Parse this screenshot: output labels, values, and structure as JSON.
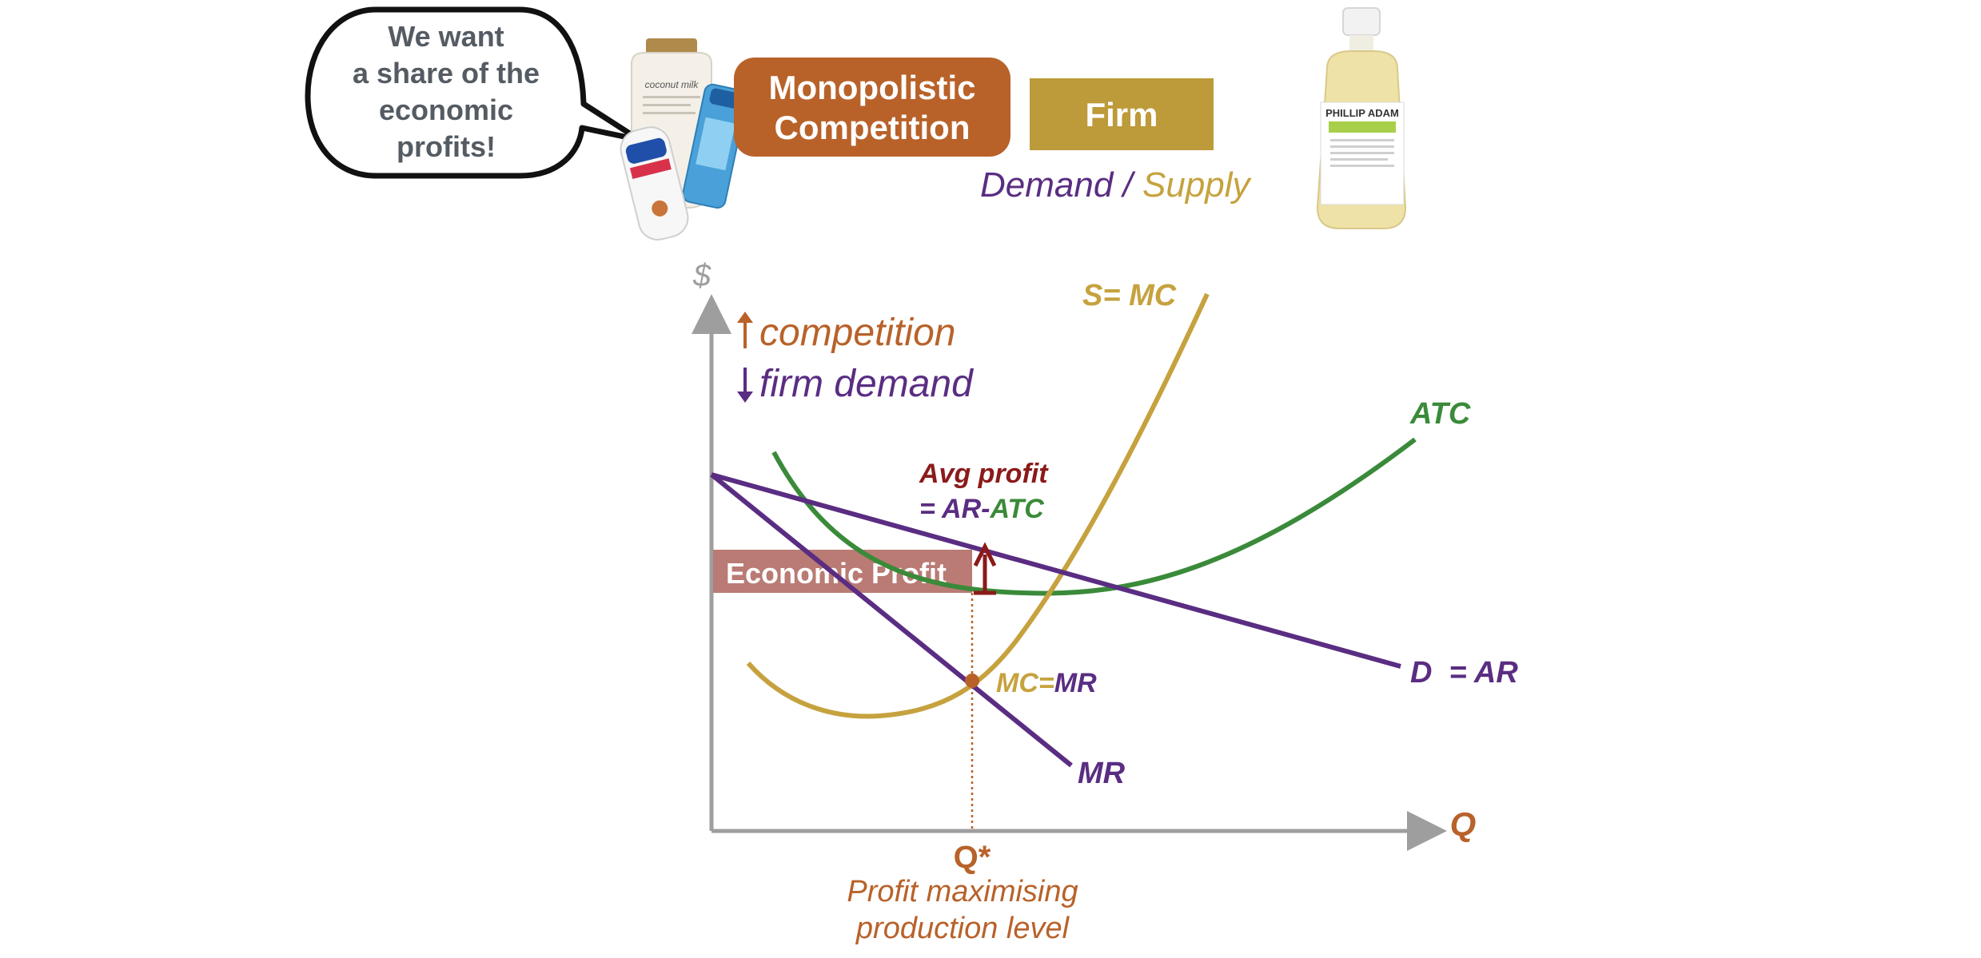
{
  "speech_bubble": {
    "lines": [
      "We want",
      "a share of the",
      "economic",
      "profits!"
    ]
  },
  "market_box": {
    "lines": [
      "Monopolistic",
      "Competition"
    ],
    "color": "#b8622a"
  },
  "firm_box": {
    "label": "Firm",
    "color": "#bd9a3a"
  },
  "subtitle": {
    "demand": "Demand",
    "separator": " / ",
    "supply": "Supply"
  },
  "product_images": [
    {
      "name": "shampoo-group-image",
      "label": "coconut milk"
    },
    {
      "name": "shampoo-bottle-image",
      "label": "PHILLIP ADAM"
    }
  ],
  "colors": {
    "demand": "#5a2d82",
    "supply": "#c6a23f",
    "atc": "#3a8a3a",
    "profit": "#8b1a1a",
    "qstar": "#b8622a",
    "axis": "#9e9e9e",
    "profit_box": "#b97b74"
  },
  "chart_data": {
    "type": "line",
    "axes": {
      "y_label": "$",
      "x_label": "Q"
    },
    "notes": [
      "competition",
      "firm demand"
    ],
    "curves": {
      "mc": "S= MC",
      "atc": "ATC",
      "demand": "D  = AR",
      "mr": "MR"
    },
    "intersection_label": {
      "left": "MC",
      "eq": "=",
      "right": "MR"
    },
    "avg_profit": {
      "line1": "Avg profit",
      "line2_prefix": "= AR-",
      "line2_suffix": "ATC"
    },
    "economic_profit": "Economic Profit",
    "qstar": {
      "label": "Q*",
      "caption_line1": "Profit maximising",
      "caption_line2": "production level"
    },
    "grid": false,
    "legend": "none"
  }
}
